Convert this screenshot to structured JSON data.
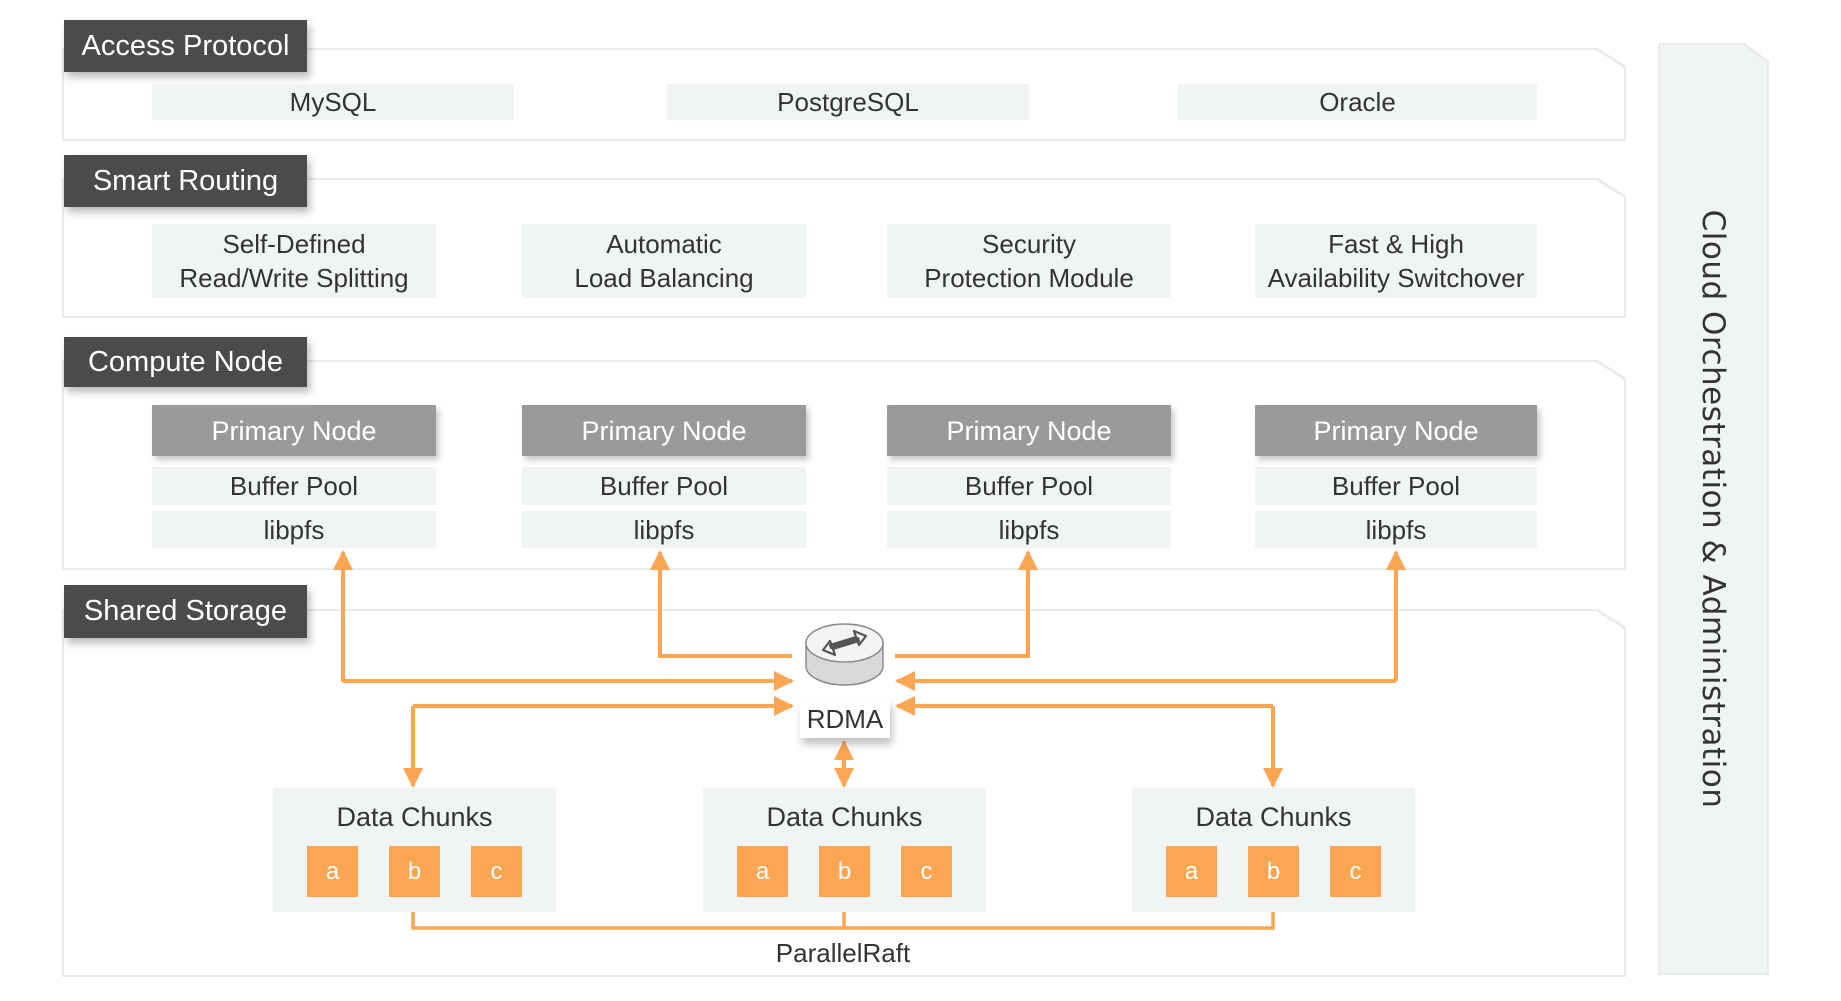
{
  "layers": {
    "access": {
      "title": "Access Protocol",
      "items": [
        "MySQL",
        "PostgreSQL",
        "Oracle"
      ]
    },
    "routing": {
      "title": "Smart Routing",
      "items": [
        {
          "line1": "Self-Defined",
          "line2": "Read/Write Splitting"
        },
        {
          "line1": "Automatic",
          "line2": "Load Balancing"
        },
        {
          "line1": "Security",
          "line2": "Protection Module"
        },
        {
          "line1": "Fast & High",
          "line2": "Availability Switchover"
        }
      ]
    },
    "compute": {
      "title": "Compute Node",
      "nodes": [
        {
          "name": "Primary Node",
          "buffer": "Buffer Pool",
          "fs": "libpfs"
        },
        {
          "name": "Primary Node",
          "buffer": "Buffer Pool",
          "fs": "libpfs"
        },
        {
          "name": "Primary Node",
          "buffer": "Buffer Pool",
          "fs": "libpfs"
        },
        {
          "name": "Primary Node",
          "buffer": "Buffer Pool",
          "fs": "libpfs"
        }
      ]
    },
    "storage": {
      "title": "Shared Storage",
      "hub_label": "RDMA",
      "hub_icon": "router-icon",
      "chunk_groups": [
        {
          "title": "Data Chunks",
          "chunks": [
            "a",
            "b",
            "c"
          ]
        },
        {
          "title": "Data Chunks",
          "chunks": [
            "a",
            "b",
            "c"
          ]
        },
        {
          "title": "Data Chunks",
          "chunks": [
            "a",
            "b",
            "c"
          ]
        }
      ],
      "consensus_label": "ParallelRaft"
    }
  },
  "side_panel": {
    "title": "Cloud Orchestration & Administration"
  },
  "colors": {
    "accent": "#fca552",
    "tab": "#4b4b4b",
    "primary_node": "#9a9a9a",
    "box": "#f1f4f5"
  }
}
